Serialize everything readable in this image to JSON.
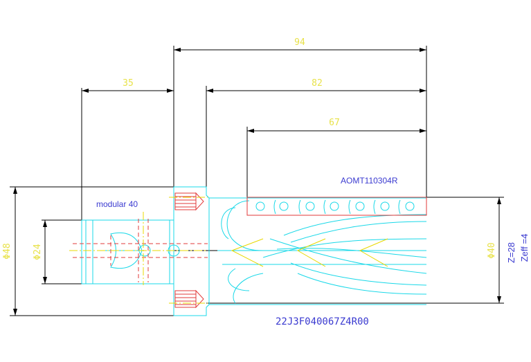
{
  "drawing": {
    "dimensions": {
      "overall_length": "94",
      "shank_length": "35",
      "body_length": "82",
      "cutting_length": "67",
      "shank_diameter": "Φ48",
      "bore_diameter": "Φ24",
      "cutting_diameter": "Φ40"
    },
    "labels": {
      "insert": "AOMT110304R",
      "connection": "modular 40",
      "part_number": "22J3F040067Z4R00",
      "teeth": "Z=28",
      "effective_teeth": "Zeff =4"
    },
    "colors": {
      "dimension_text": "#e8e24a",
      "outline": "#18d8e8",
      "insert_red": "#e23a3a",
      "label_blue": "#3a3ad0",
      "black": "#000000",
      "yellow": "#e8d800"
    },
    "icons": [
      "insert-hole-icon",
      "screw-icon"
    ]
  }
}
